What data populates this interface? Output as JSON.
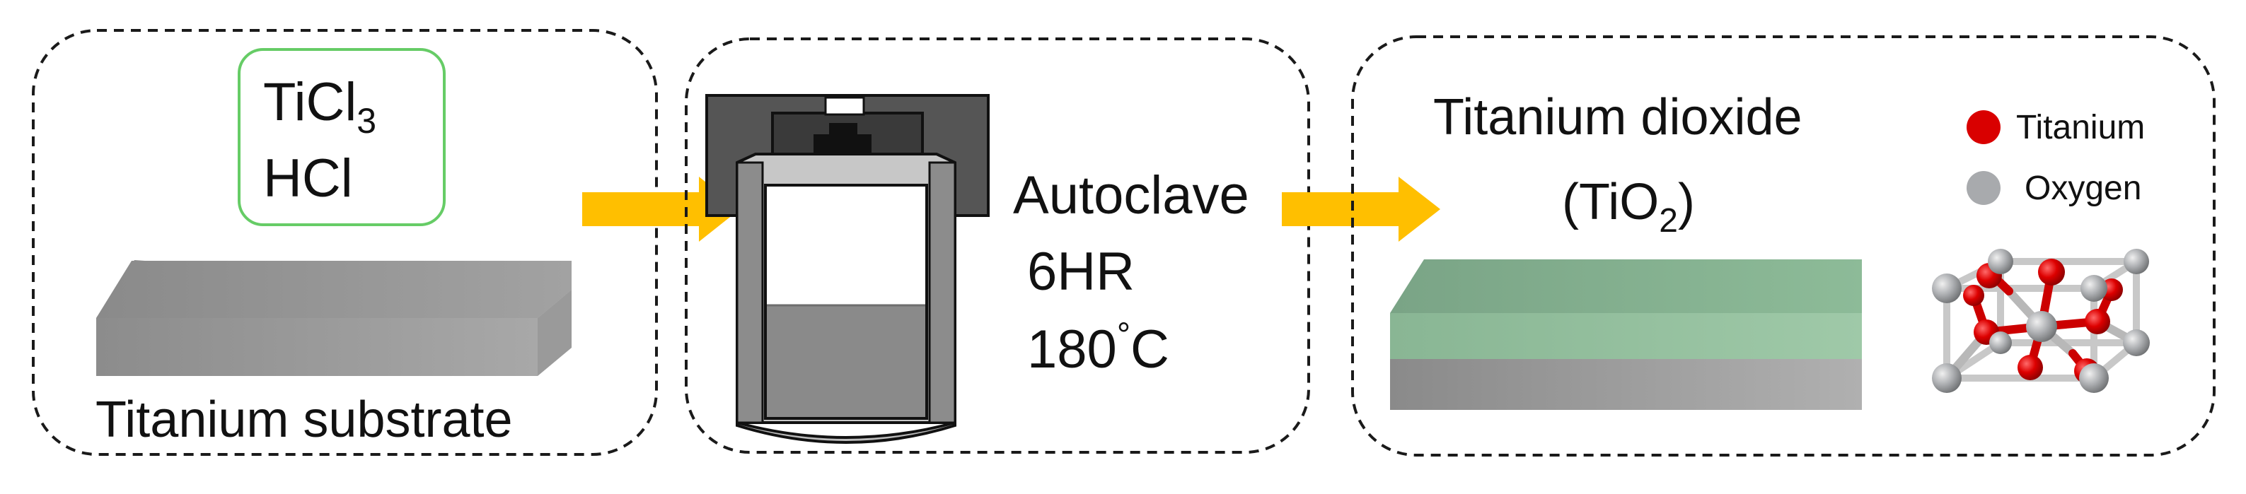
{
  "panel1": {
    "reagent_line1_main": "TiCl",
    "reagent_line1_sub": "3",
    "reagent_line2": "HCl",
    "substrate_label": "Titanium substrate"
  },
  "panel2": {
    "device_label": "Autoclave",
    "duration": "6HR",
    "temperature_value": "180",
    "temperature_degree": "°",
    "temperature_unit": "C"
  },
  "panel3": {
    "product_name": "Titanium dioxide",
    "formula_open": "(TiO",
    "formula_sub": "2",
    "formula_close": ")",
    "legend": [
      {
        "label": "Titanium",
        "color": "#d90000"
      },
      {
        "label": "Oxygen",
        "color": "#a8aaad"
      }
    ]
  },
  "colors": {
    "arrow": "#ffbf00",
    "reagent_box_border": "#66cc66",
    "substrate_gray": "#8c8c8c",
    "tio2_green": "#8fb99a",
    "titanium_atom": "#d90000",
    "oxygen_atom": "#a8aaad"
  }
}
